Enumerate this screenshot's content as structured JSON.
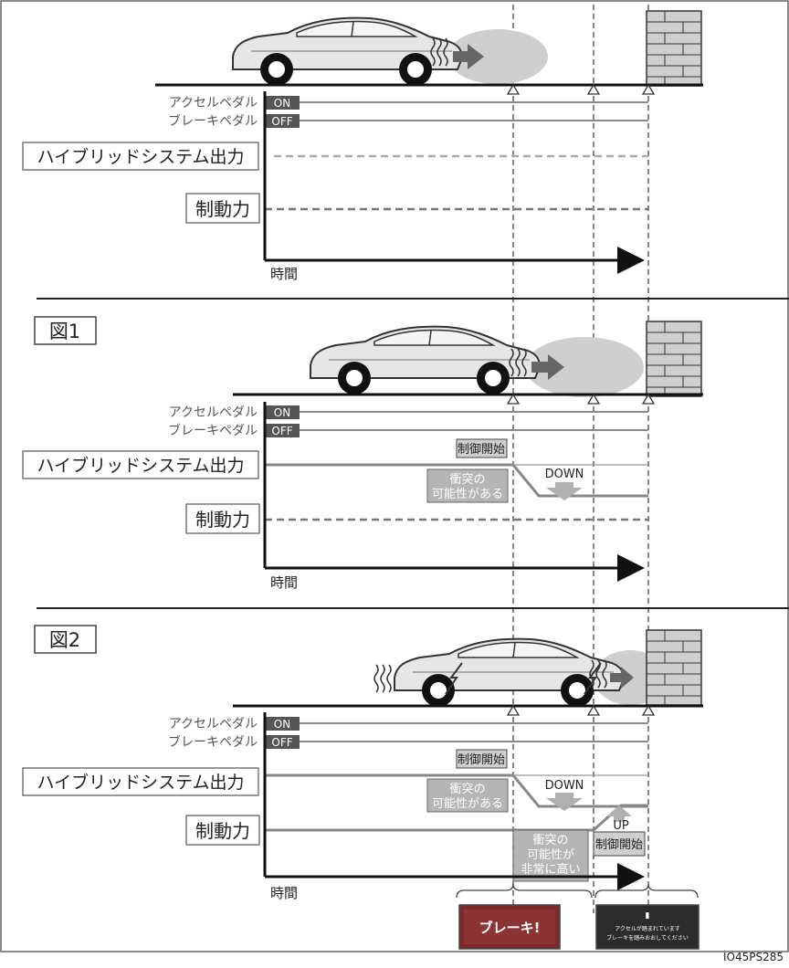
{
  "labels": {
    "accelerator": "アクセルペダル",
    "brake": "ブレーキペダル",
    "on": "ON",
    "off": "OFF",
    "hybrid_output": "ハイブリッドシステム出力",
    "braking_force": "制動力",
    "time": "時間",
    "control_start": "制御開始",
    "collision_possible_1": "衝突の",
    "collision_possible_2": "可能性がある",
    "collision_very_high_1": "衝突の",
    "collision_very_high_2": "可能性が",
    "collision_very_high_3": "非常に高い",
    "down": "DOWN",
    "up": "UP",
    "control_start_line1": "制御",
    "control_start_line2": "開始",
    "brake_warning": "ブレーキ!",
    "display_msg_1": "アクセルが踏まれています",
    "display_msg_2": "ブレーキを踏みおおしてください"
  },
  "panels": {
    "fig1": "図1",
    "fig2": "図2"
  },
  "footer": {
    "code": "IO45PS285"
  },
  "colors": {
    "line_gray": "#8c8c8c",
    "dark": "#1a1a1a",
    "car_body": "#e6e6e6",
    "exhaust": "#cfcfcf",
    "wall": "#cfcfcf",
    "box_fill": "#b5b5b5",
    "screen_red": "#7a2a2a",
    "screen_dark": "#2b2b2b"
  }
}
